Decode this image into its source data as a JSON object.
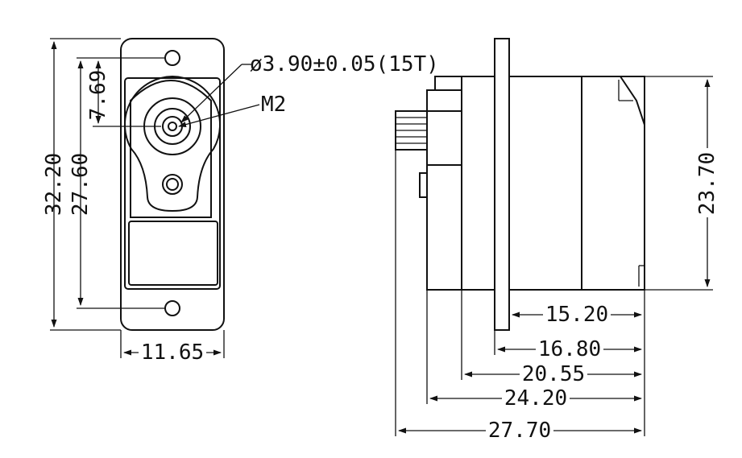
{
  "dimensions": {
    "front_height_total": "32.20",
    "front_hole_spacing": "27.60",
    "front_shaft_offset": "7.69",
    "front_width": "11.65",
    "shaft_spec": "ø3.90±0.05(15T)",
    "screw_thread": "M2",
    "side_body_height": "23.70",
    "side_body_length": "15.20",
    "side_flange_to_end": "16.80",
    "side_case_length": "20.55",
    "side_to_spline_base": "24.20",
    "side_overall_length": "27.70"
  }
}
